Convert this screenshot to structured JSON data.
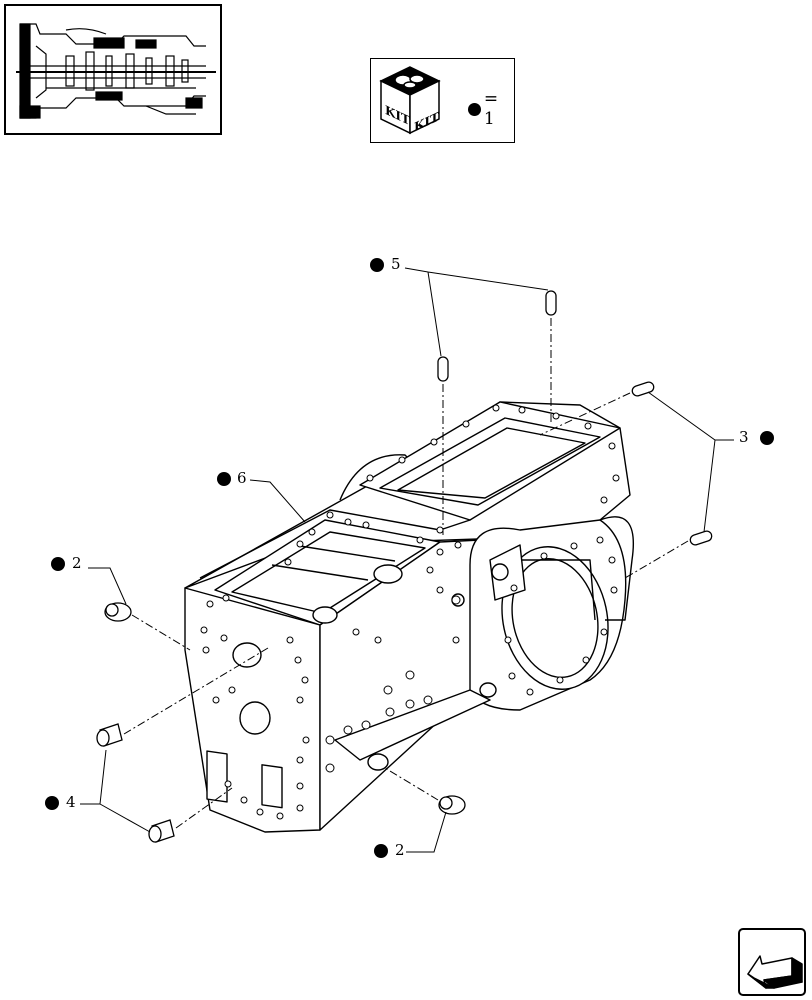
{
  "kit_legend": {
    "label": "KIT",
    "equals_text": "= 1"
  },
  "callouts": [
    {
      "id": "5",
      "text": "5"
    },
    {
      "id": "3",
      "text": "3"
    },
    {
      "id": "6",
      "text": "6"
    },
    {
      "id": "2a",
      "text": "2"
    },
    {
      "id": "4",
      "text": "4"
    },
    {
      "id": "2b",
      "text": "2"
    }
  ],
  "icons": {
    "thumbnail": "transmission-section-thumbnail",
    "kit": "kit-box-icon",
    "nav": "arrow-nav-icon",
    "bullet": "filled-circle-marker"
  },
  "colors": {
    "ink": "#000000",
    "paper": "#ffffff"
  }
}
